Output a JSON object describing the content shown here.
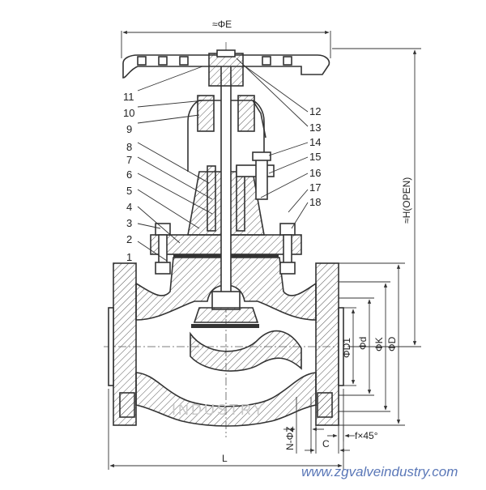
{
  "drawing": {
    "part_numbers": [
      "1",
      "2",
      "3",
      "4",
      "5",
      "6",
      "7",
      "8",
      "9",
      "10",
      "11",
      "12",
      "13",
      "14",
      "15",
      "16",
      "17",
      "18"
    ],
    "dimensions": {
      "handwheel_dia": "≈ΦE",
      "height_open": "≈H(OPEN)",
      "phi_d1": "ΦD1",
      "phi_d": "Φd",
      "phi_k": "ΦK",
      "phi_D": "ΦD",
      "bolt_holes": "N-ΦZ",
      "chamfer": "f×45°",
      "flange_thk": "C",
      "length": "L"
    },
    "watermark_text": "INDUSTRY",
    "website": "www.zgvalveindustry.com"
  }
}
